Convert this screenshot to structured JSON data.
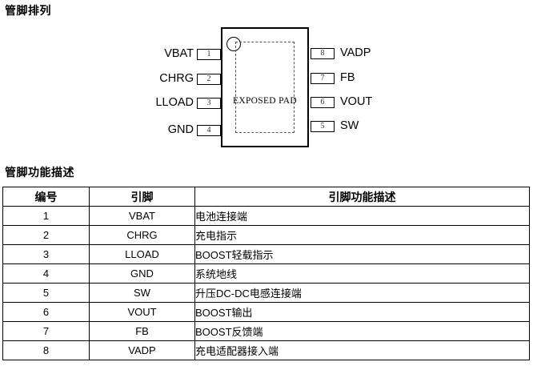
{
  "section1_title": "管脚排列",
  "section2_title": "管脚功能描述",
  "package": {
    "pad_label": "EXPOSED PAD",
    "left_pins": [
      {
        "number": "1",
        "name": "VBAT"
      },
      {
        "number": "2",
        "name": "CHRG"
      },
      {
        "number": "3",
        "name": "LLOAD"
      },
      {
        "number": "4",
        "name": "GND"
      }
    ],
    "right_pins": [
      {
        "number": "8",
        "name": "VADP"
      },
      {
        "number": "7",
        "name": "FB"
      },
      {
        "number": "6",
        "name": "VOUT"
      },
      {
        "number": "5",
        "name": "SW"
      }
    ]
  },
  "table": {
    "headers": [
      "编号",
      "引脚",
      "引脚功能描述"
    ],
    "rows": [
      {
        "no": "1",
        "pin": "VBAT",
        "desc": "电池连接端"
      },
      {
        "no": "2",
        "pin": "CHRG",
        "desc": "充电指示"
      },
      {
        "no": "3",
        "pin": "LLOAD",
        "desc": "BOOST轻载指示"
      },
      {
        "no": "4",
        "pin": "GND",
        "desc": "系统地线"
      },
      {
        "no": "5",
        "pin": "SW",
        "desc": "升压DC-DC电感连接端"
      },
      {
        "no": "6",
        "pin": "VOUT",
        "desc": "BOOST输出"
      },
      {
        "no": "7",
        "pin": "FB",
        "desc": "BOOST反馈端"
      },
      {
        "no": "8",
        "pin": "VADP",
        "desc": "充电适配器接入端"
      }
    ]
  }
}
